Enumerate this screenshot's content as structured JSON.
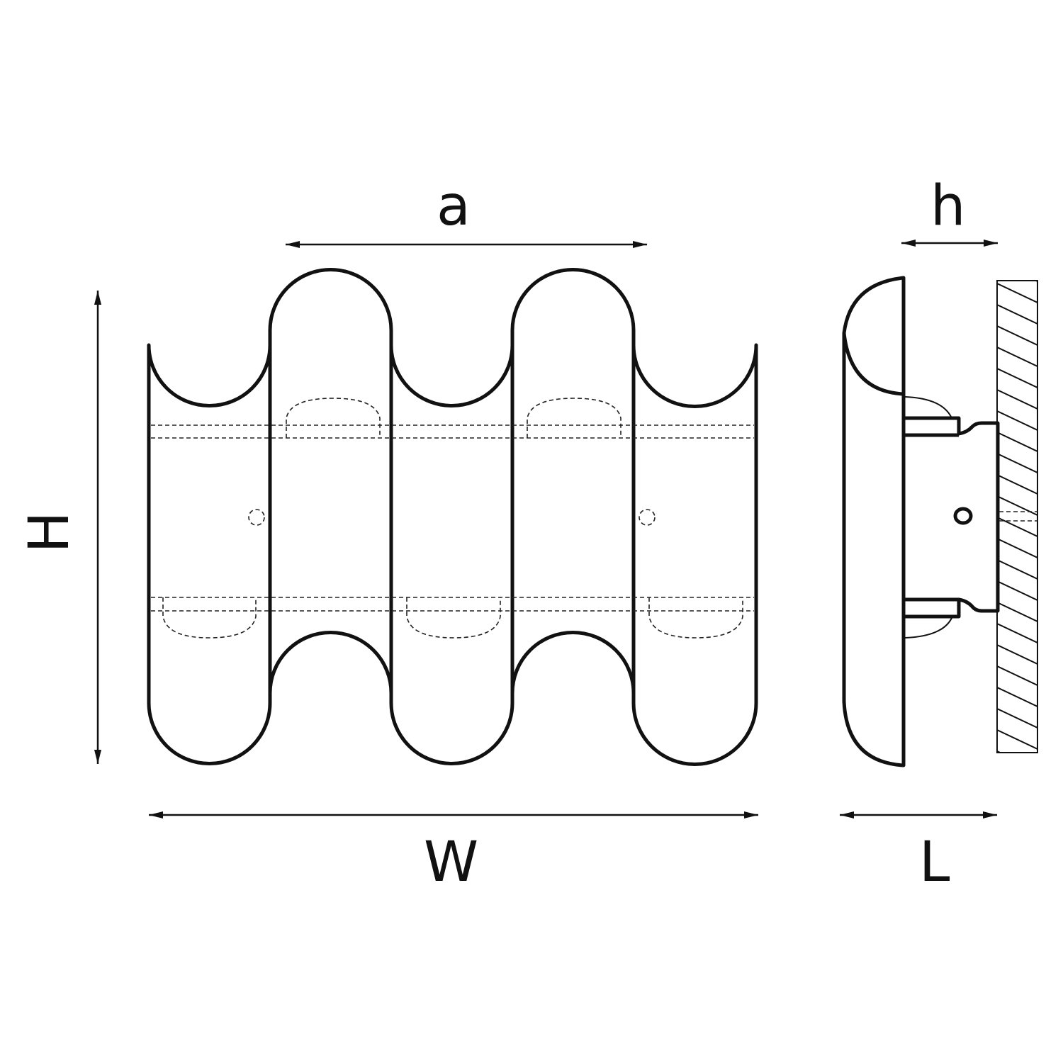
{
  "dimensions": {
    "a": "a",
    "h": "h",
    "H": "H",
    "W": "W",
    "L": "L"
  },
  "colors": {
    "line": "#111111",
    "background": "#ffffff"
  }
}
